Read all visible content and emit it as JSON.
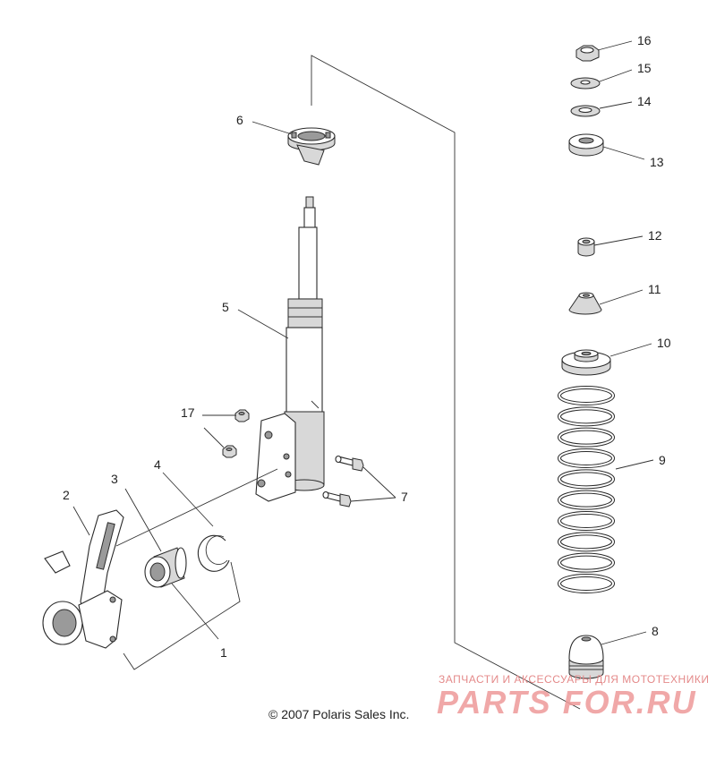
{
  "callouts": {
    "c1": "1",
    "c2": "2",
    "c3": "3",
    "c4": "4",
    "c5": "5",
    "c6": "6",
    "c7": "7",
    "c8": "8",
    "c9": "9",
    "c10": "10",
    "c11": "11",
    "c12": "12",
    "c13": "13",
    "c14": "14",
    "c15": "15",
    "c16": "16",
    "c17": "17"
  },
  "copyright": "© 2007 Polaris Sales Inc.",
  "watermark": {
    "tagline": "ЗАПЧАСТИ И АКСЕССУАРЫ ДЛЯ МОТОТЕХНИКИ",
    "brand": "PARTS FOR.RU",
    "color": "#ee9a9a"
  }
}
